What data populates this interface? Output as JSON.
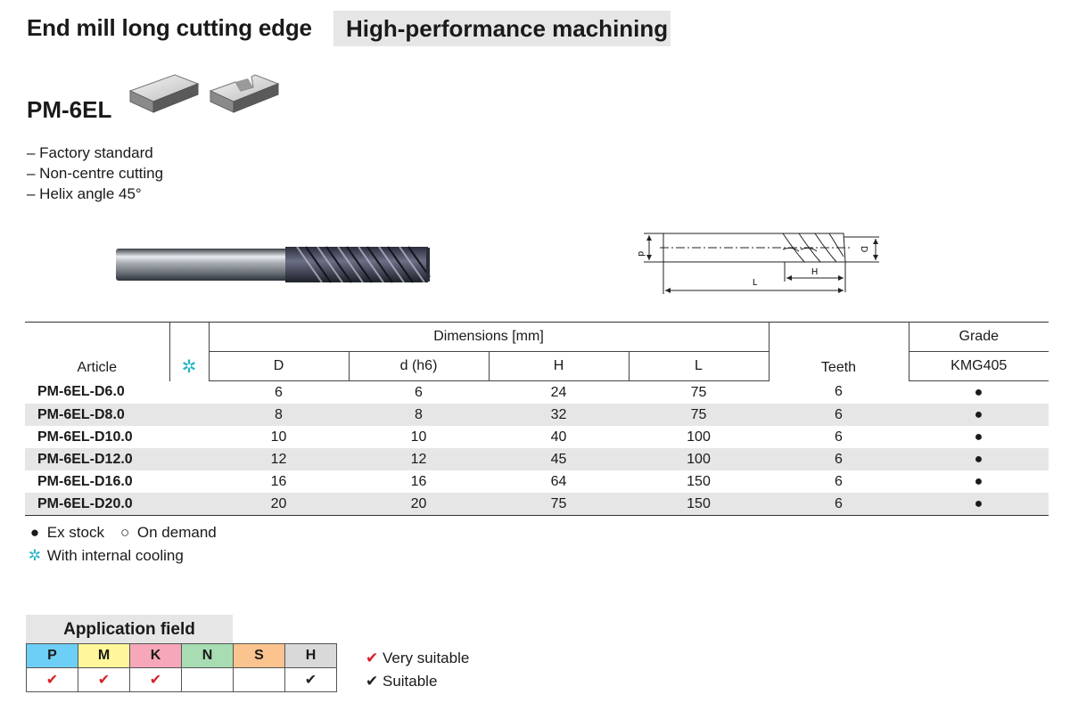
{
  "header": {
    "title": "End mill long cutting edge",
    "category": "High-performance machining"
  },
  "product": {
    "code": "PM-6EL",
    "features": [
      "– Factory standard",
      "– Non-centre cutting",
      "– Helix angle 45°"
    ]
  },
  "drawing": {
    "label_d": "d",
    "label_D": "D",
    "label_H": "H",
    "label_L": "L"
  },
  "table": {
    "col_article": "Article",
    "col_dimensions": "Dimensions [mm]",
    "col_D": "D",
    "col_d": "d (h6)",
    "col_H": "H",
    "col_L": "L",
    "col_teeth": "Teeth",
    "col_grade": "Grade",
    "grade_name": "KMG405",
    "cooling_symbol": "✲",
    "rows": [
      {
        "article": "PM-6EL-D6.0",
        "D": "6",
        "d": "6",
        "H": "24",
        "L": "75",
        "teeth": "6",
        "grade": "●"
      },
      {
        "article": "PM-6EL-D8.0",
        "D": "8",
        "d": "8",
        "H": "32",
        "L": "75",
        "teeth": "6",
        "grade": "●"
      },
      {
        "article": "PM-6EL-D10.0",
        "D": "10",
        "d": "10",
        "H": "40",
        "L": "100",
        "teeth": "6",
        "grade": "●"
      },
      {
        "article": "PM-6EL-D12.0",
        "D": "12",
        "d": "12",
        "H": "45",
        "L": "100",
        "teeth": "6",
        "grade": "●"
      },
      {
        "article": "PM-6EL-D16.0",
        "D": "16",
        "d": "16",
        "H": "64",
        "L": "150",
        "teeth": "6",
        "grade": "●"
      },
      {
        "article": "PM-6EL-D20.0",
        "D": "20",
        "d": "20",
        "H": "75",
        "L": "150",
        "teeth": "6",
        "grade": "●"
      }
    ]
  },
  "legend": {
    "ex_stock_symbol": "●",
    "ex_stock": "Ex stock",
    "on_demand_symbol": "○",
    "on_demand": "On demand",
    "cooling_symbol": "✲",
    "cooling": "With internal cooling"
  },
  "application": {
    "title": "Application field",
    "materials": [
      {
        "code": "P",
        "color": "#6ecff6",
        "mark": "✔",
        "mark_type": "very"
      },
      {
        "code": "M",
        "color": "#fff799",
        "mark": "✔",
        "mark_type": "very"
      },
      {
        "code": "K",
        "color": "#f6a7b9",
        "mark": "✔",
        "mark_type": "very"
      },
      {
        "code": "N",
        "color": "#a8dcb2",
        "mark": "",
        "mark_type": "none"
      },
      {
        "code": "S",
        "color": "#fbc38d",
        "mark": "",
        "mark_type": "none"
      },
      {
        "code": "H",
        "color": "#d9d9d9",
        "mark": "✔",
        "mark_type": "suitable"
      }
    ],
    "legend_very_mark": "✔",
    "legend_very": "Very suitable",
    "legend_suitable_mark": "✔",
    "legend_suitable": "Suitable"
  },
  "colors": {
    "cooling_accent": "#27b5c4",
    "check_red": "#d8202a",
    "band_gray": "#e6e6e6"
  }
}
